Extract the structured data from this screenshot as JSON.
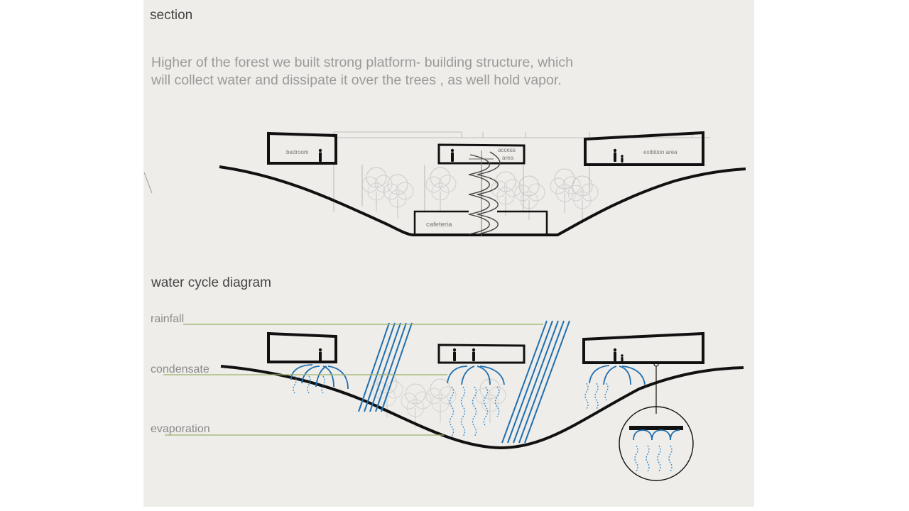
{
  "section": {
    "title": "section",
    "description_lines": [
      "Higher of the forest we built strong platform- building structure, which",
      "will collect water and dissipate it over the trees , as well hold vapor."
    ],
    "room_labels": {
      "bedroom": "bedroom",
      "access_line1": "access",
      "access_line2": "area",
      "exhibition": "exibition area",
      "cafeteria": "cafeteria"
    }
  },
  "water_cycle": {
    "title": "water cycle diagram",
    "labels": {
      "rainfall": "rainfall",
      "condensate": "condensate",
      "evaporation": "evaporation"
    }
  },
  "colors": {
    "sheet_background": "#efede9",
    "structure": "#111111",
    "water_blue": "#1f6fb0",
    "evaporation_blue": "#3b8fd0",
    "leader_green": "#9bb36a",
    "tree_gray": "#c9c9c9"
  }
}
